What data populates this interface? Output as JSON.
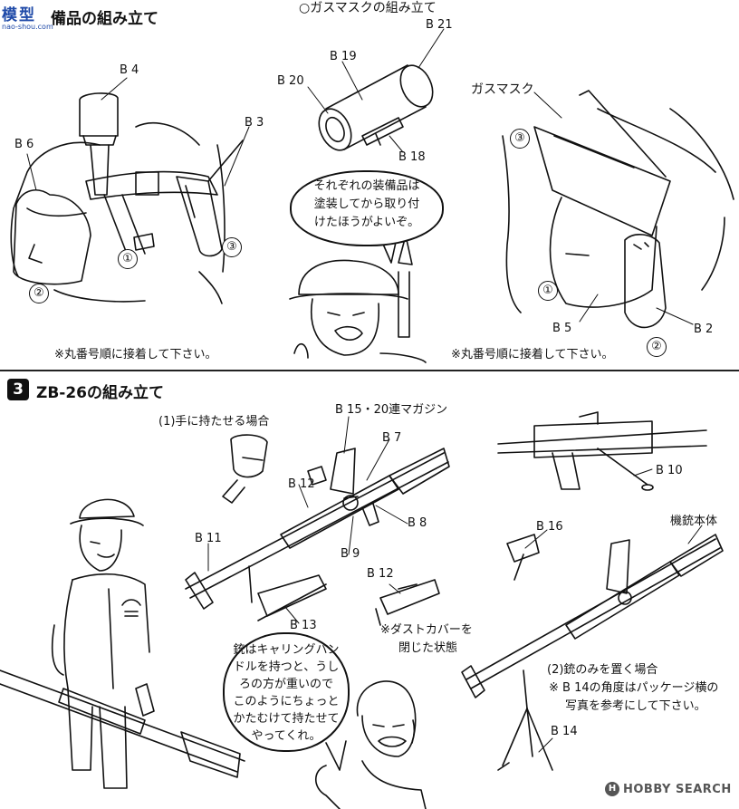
{
  "logo": {
    "text": "模型",
    "sub": "nao-shou.com"
  },
  "section1": {
    "title": "備品の組み立て",
    "gasmask_heading": "○ガスマスクの組み立て",
    "gasmask_label": "ガスマスク",
    "left_parts": {
      "b4": "B 4",
      "b6": "B 6",
      "b3": "B 3"
    },
    "gasmask_parts": {
      "b21": "B 21",
      "b19": "B 19",
      "b20": "B 20",
      "b18": "B 18"
    },
    "right_parts": {
      "b5": "B 5",
      "b2": "B 2"
    },
    "circles": [
      "①",
      "②",
      "③"
    ],
    "bubble": "それぞれの装備品は\n塗装してから取り付\nけたほうがよいぞ。",
    "note_left": "※丸番号順に接着して下さい。",
    "note_right": "※丸番号順に接着して下さい。"
  },
  "section3": {
    "number": "3",
    "title": "ZB-26の組み立て",
    "case1": "(1)手に持たせる場合",
    "parts": {
      "b15": "B 15・20連マガジン",
      "b7": "B 7",
      "b12": "B 12",
      "b8": "B 8",
      "b9": "B 9",
      "b11": "B 11",
      "b13": "B 13",
      "b12b": "B 12",
      "b10": "B 10",
      "b16": "B 16",
      "body": "機銃本体",
      "b14": "B 14"
    },
    "dust_cover_1": "※ダストカバーを",
    "dust_cover_2": "閉じた状態",
    "bubble": "銃はキャリングハン\nドルを持つと、うし\nろの方が重いので\nこのようにちょっと\nかたむけて持たせて\nやってくれ。",
    "case2": "(2)銃のみを置く場合",
    "case2_note1": "※ B 14の角度はパッケージ横の",
    "case2_note2": "写真を参考にして下さい。"
  },
  "watermark": {
    "brand": "HOBBY SEARCH",
    "mark": "H"
  }
}
